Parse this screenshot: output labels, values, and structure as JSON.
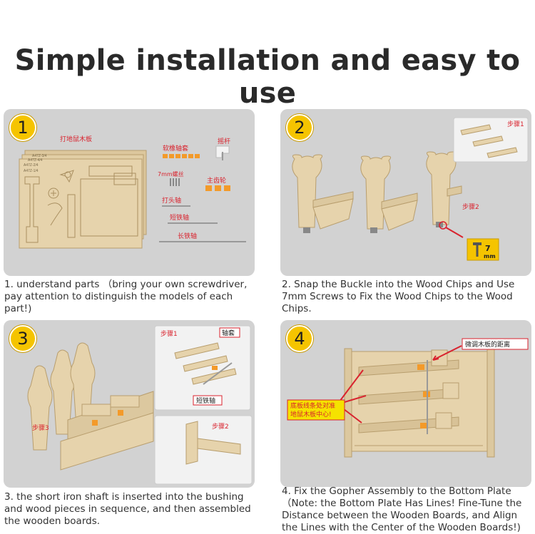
{
  "title": "Simple installation and easy to use",
  "steps": [
    {
      "number": "1",
      "caption": "1. understand parts （bring your own screwdriver, pay attention to distinguish the models of each part!)",
      "labels": {
        "board": "打地鼠木板",
        "bushing": "软橡轴套",
        "rocker": "摇杆",
        "screw": "7mm螺丝",
        "gear": "主齿轮",
        "head_shaft": "打头轴",
        "short_shaft": "短铁轴",
        "long_shaft": "长铁轴",
        "part_codes": [
          "A47Z-3/4",
          "A47Z-4/4",
          "A47Z-2/4",
          "A47Z-1/4"
        ]
      }
    },
    {
      "number": "2",
      "caption": "2. Snap the Buckle into the Wood Chips and Use 7mm Screws to Fix the Wood Chips to the Wood Chips.",
      "labels": {
        "step1": "步骤1",
        "step2": "步骤2",
        "screw_size": "7",
        "screw_unit": "mm"
      }
    },
    {
      "number": "3",
      "caption": "3. the short iron shaft is inserted into the bushing and wood pieces in sequence, and then assembled the wooden boards.",
      "labels": {
        "step1": "步骤1",
        "step2": "步骤2",
        "step3": "步骤3",
        "bushing": "轴套",
        "short_shaft": "短铁轴"
      }
    },
    {
      "number": "4",
      "caption": "4. Fix the Gopher Assembly to the Bottom Plate （Note: the Bottom Plate Has Lines! Fine-Tune the Distance between the Wooden Boards, and Align the Lines with the Center of the Wooden Boards!)",
      "labels": {
        "adjust": "微调木板的距离",
        "align_line1": "底板线条处对准",
        "align_line2": "地鼠木板中心!"
      }
    }
  ],
  "colors": {
    "badge": "#f5c400",
    "wood": "#e6d3ac",
    "panel": "#d2d2d2",
    "label_red": "#d9232e",
    "orange": "#f39a2a"
  }
}
